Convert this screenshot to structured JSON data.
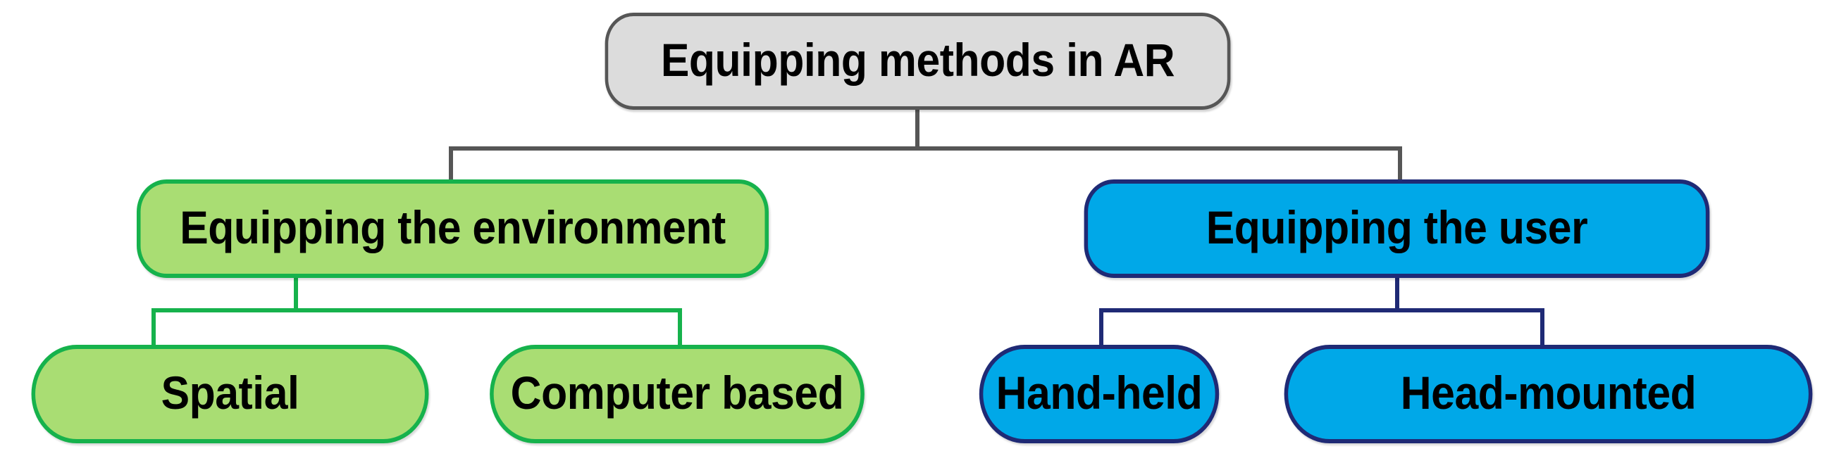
{
  "diagram": {
    "title": "Equipping methods in AR",
    "type": "hierarchy-tree",
    "levels": 3,
    "colors": {
      "root_fill": "#dcdcdc",
      "root_border": "#565656",
      "root_connector": "#565656",
      "green_fill": "#a9dd73",
      "green_border": "#16b24c",
      "blue_fill": "#00a8e8",
      "blue_border": "#1f2a75",
      "text": "#000000",
      "background": "#ffffff"
    },
    "root": {
      "label": "Equipping methods in AR"
    },
    "branches": [
      {
        "id": "environment",
        "label": "Equipping the environment",
        "accent": "green",
        "children": [
          {
            "id": "spatial",
            "label": "Spatial"
          },
          {
            "id": "computer-based",
            "label": "Computer based"
          }
        ]
      },
      {
        "id": "user",
        "label": "Equipping the user",
        "accent": "blue",
        "children": [
          {
            "id": "hand-held",
            "label": "Hand-held"
          },
          {
            "id": "head-mounted",
            "label": "Head-mounted"
          }
        ]
      }
    ]
  }
}
